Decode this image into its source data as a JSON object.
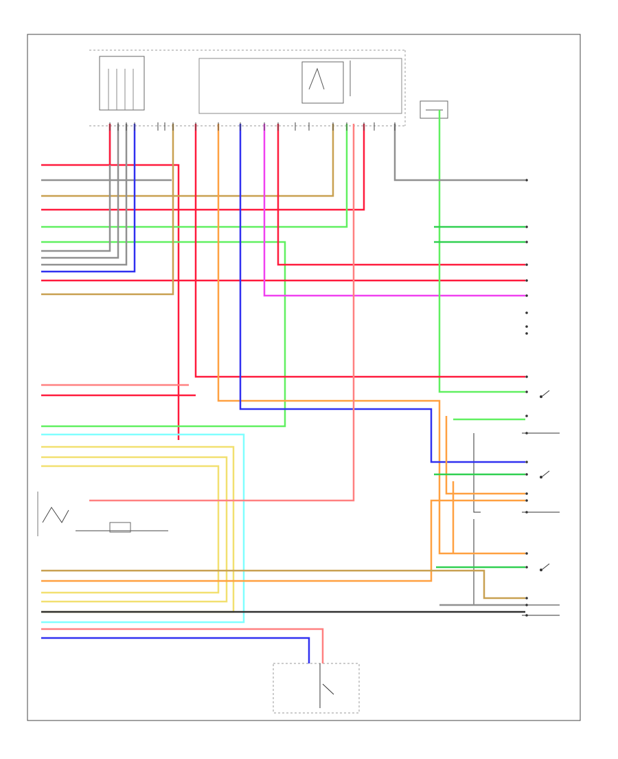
{
  "diagram": {
    "title": "",
    "footer_code": "",
    "colors": {
      "red": "#ff1a3c",
      "pink": "#ff8080",
      "orange": "#ffa040",
      "yellow": "#f2e070",
      "tan": "#c8a050",
      "light_green": "#60f060",
      "green": "#30d050",
      "blue": "#3030f0",
      "light_blue": "#8080ff",
      "magenta": "#f040f0",
      "cyan": "#80ffff",
      "gray": "#909090",
      "dark": "#303030",
      "border": "#444444"
    },
    "components": [
      {
        "id": "fuse-relay-box",
        "label": ""
      },
      {
        "id": "engine-connector",
        "label": ""
      },
      {
        "id": "right-connector-group",
        "label": ""
      },
      {
        "id": "left-connector-group",
        "label": ""
      },
      {
        "id": "transmission-range-switch",
        "label": ""
      },
      {
        "id": "switch-1",
        "label": ""
      },
      {
        "id": "switch-2",
        "label": ""
      },
      {
        "id": "switch-3",
        "label": ""
      },
      {
        "id": "bottom-switch",
        "label": ""
      }
    ]
  }
}
